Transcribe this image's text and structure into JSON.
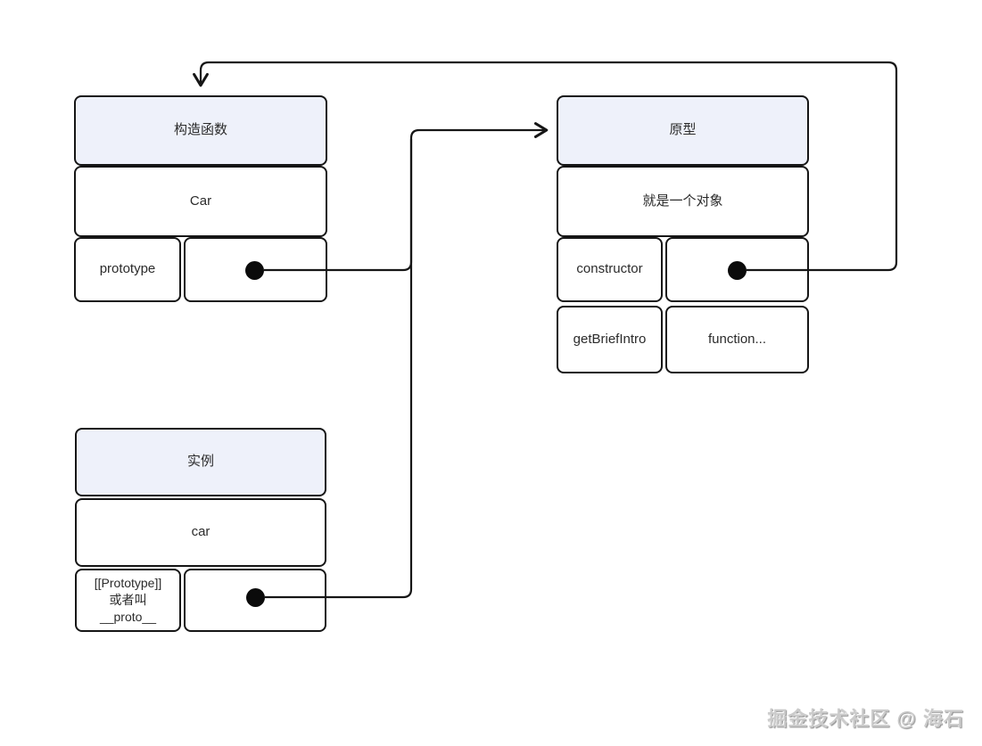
{
  "colors": {
    "background": "#ffffff",
    "line": "#161616",
    "header_fill": "#eef1fa",
    "text": "#2b2b2b",
    "watermark": "#cbcbcb"
  },
  "constructor_box": {
    "header": "构造函数",
    "name": "Car",
    "prop_key": "prototype"
  },
  "prototype_box": {
    "header": "原型",
    "description": "就是一个对象",
    "prop1_key": "constructor",
    "prop2_key": "getBriefIntro",
    "prop2_value": "function..."
  },
  "instance_box": {
    "header": "实例",
    "name": "car",
    "prop_key_line1": "[[Prototype]]",
    "prop_key_line2": "或者叫",
    "prop_key_line3": "__proto__"
  },
  "watermark": "掘金技术社区 @ 海石"
}
